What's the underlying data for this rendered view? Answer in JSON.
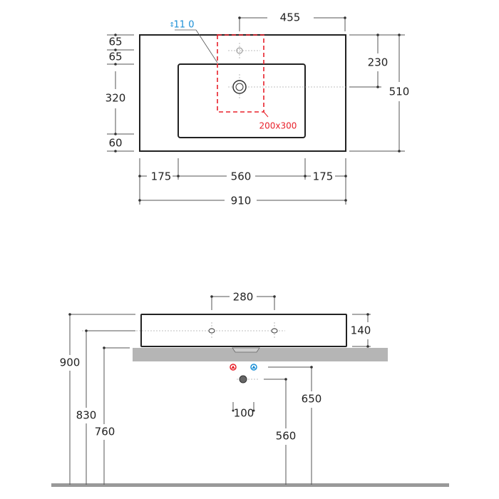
{
  "top_view": {
    "dim_tap_offset": "455",
    "dim_rim_top": "65",
    "dim_rim_tap": "65",
    "dim_basin_depth": "320",
    "dim_rim_bottom": "60",
    "dim_drain_offset": "230",
    "dim_total_depth": "510",
    "dim_side_left": "175",
    "dim_basin_width": "560",
    "dim_side_right": "175",
    "dim_total_width": "910",
    "tap_hole_label": "11 0",
    "cutout_label": "200x300"
  },
  "side_view": {
    "dim_hole_spacing": "280",
    "dim_basin_height": "140",
    "dim_top_height": "900",
    "dim_hole_height": "830",
    "dim_counter_height": "760",
    "dim_supply_height": "650",
    "dim_waste_height": "560",
    "dim_supply_spacing": "100"
  },
  "colors": {
    "cutout": "#e8202a",
    "hot": "#e8202a",
    "cold": "#1a8fd6",
    "counter": "#b5b5b5"
  }
}
